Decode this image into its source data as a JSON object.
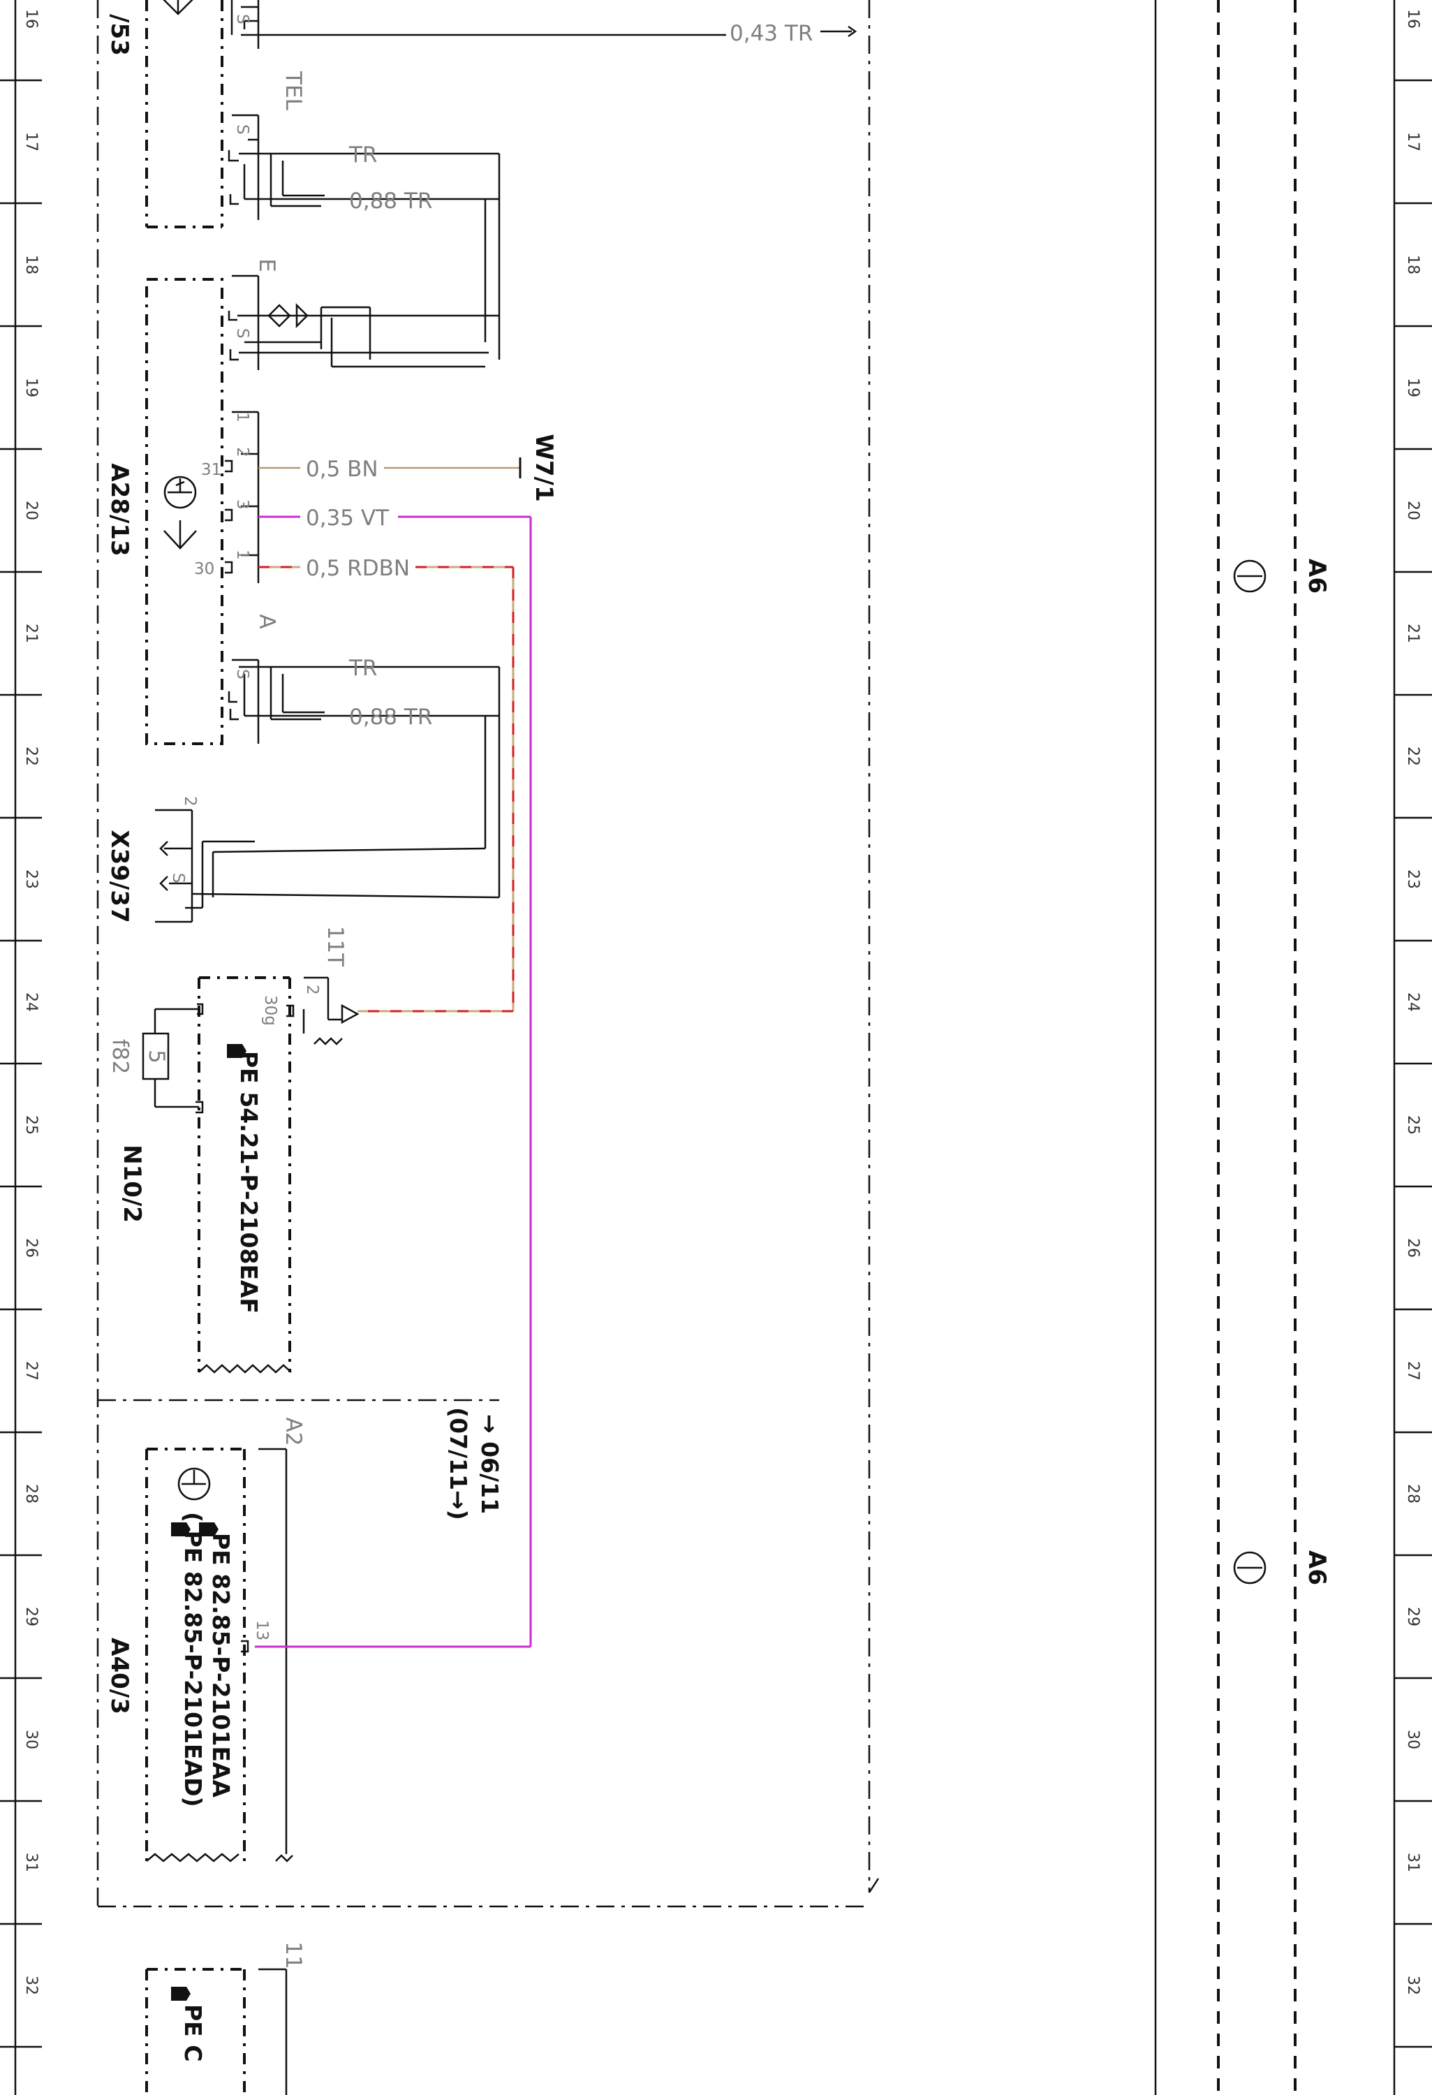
{
  "grid": {
    "numbers": [
      "16",
      "17",
      "18",
      "19",
      "20",
      "21",
      "22",
      "23",
      "24",
      "25",
      "26",
      "27",
      "28",
      "29",
      "30",
      "31",
      "32"
    ]
  },
  "components": {
    "top_partial": "/53",
    "tel_connector": "TEL",
    "e_connector": "E",
    "a_connector": "A",
    "a28": "A28/13",
    "x39": "X39/37",
    "n10": "N10/2",
    "a40": "A40/3",
    "a2_connector": "A2",
    "w7": "W7/1",
    "a6_upper": "A6",
    "a6_lower": "A6",
    "fuse_label": "f82",
    "fuse_value": "5",
    "n10_connector": "11T",
    "bottom_connector": "11"
  },
  "wires": {
    "top": "0,43 TR",
    "tel_s": "TR",
    "tel_2": "0,88 TR",
    "bn": "0,5 BN",
    "vt": "0,35 VT",
    "rdbn": "0,5 RDBN",
    "a_s": "TR",
    "a_2": "0,88 TR"
  },
  "pins": {
    "s": "S",
    "p1": "1",
    "p2": "2",
    "p3": "3",
    "p31": "31",
    "p30": "30",
    "p30g": "30g",
    "p13": "13"
  },
  "references": {
    "n10_pe": "PE 54.21-P-2108EAF",
    "a40_pe1": "PE 82.85-P-2101EAA",
    "a40_pe2": "(   PE 82.85-P-2101EAD)",
    "date_from": "→ 06/11",
    "date_to": "(07/11→)",
    "bottom_pe": "PE C"
  },
  "colors": {
    "line": "#111111",
    "bn": "#b89a74",
    "vt": "#cc2bcc",
    "red": "#d42020",
    "tan": "#c8aa80",
    "gray_text": "#7f7f7f"
  }
}
